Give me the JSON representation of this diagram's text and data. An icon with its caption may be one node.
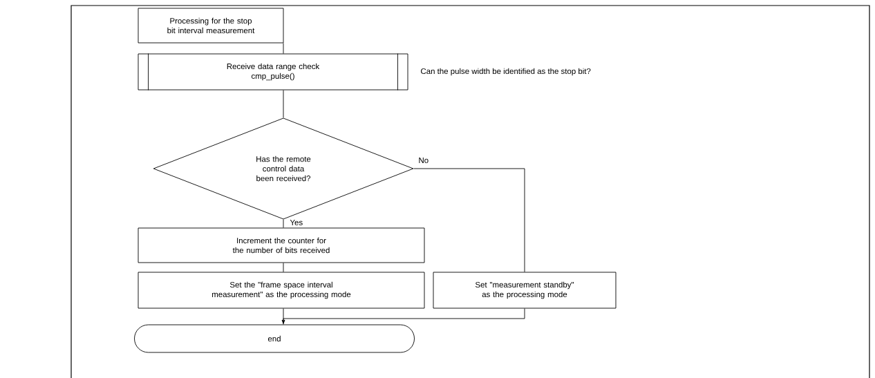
{
  "diagram": {
    "nodes": [
      {
        "text": [
          "Processing for the stop bit interval measurement"
        ]
      },
      {
        "text": [
          "Receive data range check",
          "cmp_pulse()"
        ],
        "beside": [
          "Can the pulse width be identified as the stop bit?"
        ]
      },
      {
        "text": [
          "Has the remote control data been received?"
        ]
      },
      {
        "text": [
          "Increment the counter for the number of bits received"
        ]
      },
      {
        "text": [
          "Set the \"frame space interval measurement\" as the processing mode"
        ]
      },
      {
        "text": [
          "Set \"measurement standby\" as the processing mode"
        ]
      },
      {
        "text": [
          "end"
        ]
      }
    ],
    "edges": [
      {
        "from": 0,
        "to": 1,
        "arrow": "none"
      },
      {
        "from": 1,
        "to": 2,
        "arrow": "none"
      },
      {
        "from": 2,
        "to": 3,
        "arrow": "none",
        "label": "Yes"
      },
      {
        "from": 2,
        "to": 5,
        "arrow": "none",
        "label": "No"
      },
      {
        "from": 3,
        "to": 4,
        "arrow": "none"
      },
      {
        "from": 4,
        "to": 6,
        "arrow": "none"
      },
      {
        "from": 5,
        "to": 6,
        "arrow": "to"
      }
    ]
  }
}
